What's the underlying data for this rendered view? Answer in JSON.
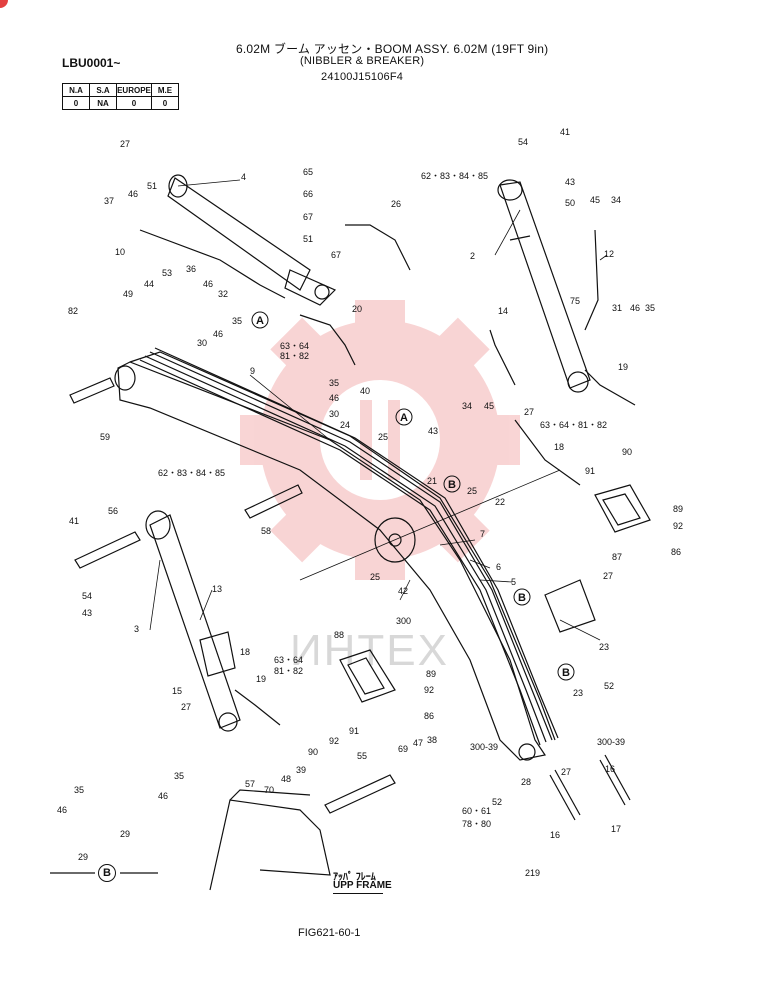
{
  "header": {
    "title_line1": "6.02M ブーム アッセン・BOOM ASSY. 6.02M (19FT 9in)",
    "title_line2": "(NIBBLER & BREAKER)",
    "part_no": "24100J15106F4"
  },
  "serial_code": "LBU0001~",
  "availability": {
    "headers": [
      "N.A",
      "S.A",
      "EUROPE",
      "M.E"
    ],
    "values": [
      "0",
      "NA",
      "0",
      "0"
    ]
  },
  "labels": {
    "upp_frame_jp": "ｱｯﾊﾟ ﾌﾚｰﾑ",
    "upp_frame": "UPP FRAME",
    "detail_b": "B",
    "ref_a": "A",
    "ref_b": "B"
  },
  "watermark": "ИНТЕХ",
  "figure_no": "FIG621-60-1",
  "colors": {
    "line": "#111111",
    "watermark": "#e34040"
  },
  "callouts": [
    {
      "id": "c41a",
      "text": "41"
    },
    {
      "id": "c54a",
      "text": "54"
    },
    {
      "id": "c43a",
      "text": "43"
    },
    {
      "id": "c62a",
      "text": "62・83・84・85"
    },
    {
      "id": "c50",
      "text": "50"
    },
    {
      "id": "c45a",
      "text": "45"
    },
    {
      "id": "c34a",
      "text": "34"
    },
    {
      "id": "c2",
      "text": "2"
    },
    {
      "id": "c12",
      "text": "12"
    },
    {
      "id": "c27a",
      "text": "27"
    },
    {
      "id": "c4",
      "text": "4"
    },
    {
      "id": "c51a",
      "text": "51"
    },
    {
      "id": "c46a",
      "text": "46"
    },
    {
      "id": "c37",
      "text": "37"
    },
    {
      "id": "c10",
      "text": "10"
    },
    {
      "id": "c36",
      "text": "36"
    },
    {
      "id": "c46b",
      "text": "46"
    },
    {
      "id": "c32",
      "text": "32"
    },
    {
      "id": "c53",
      "text": "53"
    },
    {
      "id": "c44",
      "text": "44"
    },
    {
      "id": "c49",
      "text": "49"
    },
    {
      "id": "c65",
      "text": "65"
    },
    {
      "id": "c66",
      "text": "66"
    },
    {
      "id": "c67a",
      "text": "67"
    },
    {
      "id": "c26",
      "text": "26"
    },
    {
      "id": "c51b",
      "text": "51"
    },
    {
      "id": "c67b",
      "text": "67"
    },
    {
      "id": "c82",
      "text": "82"
    },
    {
      "id": "c35a",
      "text": "35"
    },
    {
      "id": "c46c",
      "text": "46"
    },
    {
      "id": "c30a",
      "text": "30"
    },
    {
      "id": "c6364a",
      "text": "63・64"
    },
    {
      "id": "c8182a",
      "text": "81・82"
    },
    {
      "id": "c20",
      "text": "20"
    },
    {
      "id": "c9",
      "text": "9"
    },
    {
      "id": "c59",
      "text": "59"
    },
    {
      "id": "c35b",
      "text": "35"
    },
    {
      "id": "c46d",
      "text": "46"
    },
    {
      "id": "c30b",
      "text": "30"
    },
    {
      "id": "c40",
      "text": "40"
    },
    {
      "id": "c24",
      "text": "24"
    },
    {
      "id": "c25a",
      "text": "25"
    },
    {
      "id": "c43b",
      "text": "43"
    },
    {
      "id": "c14",
      "text": "14"
    },
    {
      "id": "c75",
      "text": "75"
    },
    {
      "id": "c31",
      "text": "31"
    },
    {
      "id": "c46e",
      "text": "46"
    },
    {
      "id": "c35c",
      "text": "35"
    },
    {
      "id": "c19a",
      "text": "19"
    },
    {
      "id": "c34b",
      "text": "34"
    },
    {
      "id": "c45b",
      "text": "45"
    },
    {
      "id": "c27b",
      "text": "27"
    },
    {
      "id": "c6364b",
      "text": "63・64・81・82"
    },
    {
      "id": "c18a",
      "text": "18"
    },
    {
      "id": "c90a",
      "text": "90"
    },
    {
      "id": "c91a",
      "text": "91"
    },
    {
      "id": "c89a",
      "text": "89"
    },
    {
      "id": "c92a",
      "text": "92"
    },
    {
      "id": "c87",
      "text": "87"
    },
    {
      "id": "c86a",
      "text": "86"
    },
    {
      "id": "c62b",
      "text": "62・83・84・85"
    },
    {
      "id": "c21",
      "text": "21"
    },
    {
      "id": "c25b",
      "text": "25"
    },
    {
      "id": "c22",
      "text": "22"
    },
    {
      "id": "c58",
      "text": "58"
    },
    {
      "id": "c41b",
      "text": "41"
    },
    {
      "id": "c56",
      "text": "56"
    },
    {
      "id": "c54b",
      "text": "54"
    },
    {
      "id": "c43c",
      "text": "43"
    },
    {
      "id": "c7",
      "text": "7"
    },
    {
      "id": "c6",
      "text": "6"
    },
    {
      "id": "c5",
      "text": "5"
    },
    {
      "id": "c25c",
      "text": "25"
    },
    {
      "id": "c42",
      "text": "42"
    },
    {
      "id": "c3",
      "text": "3"
    },
    {
      "id": "c13",
      "text": "13"
    },
    {
      "id": "c300a",
      "text": "300"
    },
    {
      "id": "c27c",
      "text": "27"
    },
    {
      "id": "c23a",
      "text": "23"
    },
    {
      "id": "c18b",
      "text": "18"
    },
    {
      "id": "c19b",
      "text": "19"
    },
    {
      "id": "c15",
      "text": "15"
    },
    {
      "id": "c6364c",
      "text": "63・64"
    },
    {
      "id": "c8182b",
      "text": "81・82"
    },
    {
      "id": "c88",
      "text": "88"
    },
    {
      "id": "c89b",
      "text": "89"
    },
    {
      "id": "c92b",
      "text": "92"
    },
    {
      "id": "c86b",
      "text": "86"
    },
    {
      "id": "c91b",
      "text": "91"
    },
    {
      "id": "c92c",
      "text": "92"
    },
    {
      "id": "c90b",
      "text": "90"
    },
    {
      "id": "c23b",
      "text": "23"
    },
    {
      "id": "c52a",
      "text": "52"
    },
    {
      "id": "c30039a",
      "text": "300-39"
    },
    {
      "id": "c27d",
      "text": "27"
    },
    {
      "id": "c35d",
      "text": "35"
    },
    {
      "id": "c46f",
      "text": "46"
    },
    {
      "id": "c29a",
      "text": "29"
    },
    {
      "id": "c35e",
      "text": "35"
    },
    {
      "id": "c46g",
      "text": "46"
    },
    {
      "id": "c29b",
      "text": "29"
    },
    {
      "id": "c57",
      "text": "57"
    },
    {
      "id": "c70",
      "text": "70"
    },
    {
      "id": "c48",
      "text": "48"
    },
    {
      "id": "c39",
      "text": "39"
    },
    {
      "id": "c55",
      "text": "55"
    },
    {
      "id": "c69",
      "text": "69"
    },
    {
      "id": "c47",
      "text": "47"
    },
    {
      "id": "c38",
      "text": "38"
    },
    {
      "id": "c30039b",
      "text": "300-39"
    },
    {
      "id": "c52b",
      "text": "52"
    },
    {
      "id": "c6061",
      "text": "60・61"
    },
    {
      "id": "c7880",
      "text": "78・80"
    },
    {
      "id": "c28",
      "text": "28"
    },
    {
      "id": "c27e",
      "text": "27"
    },
    {
      "id": "c16a",
      "text": "16"
    },
    {
      "id": "c16b",
      "text": "16"
    },
    {
      "id": "c17",
      "text": "17"
    },
    {
      "id": "c219",
      "text": "219"
    }
  ]
}
